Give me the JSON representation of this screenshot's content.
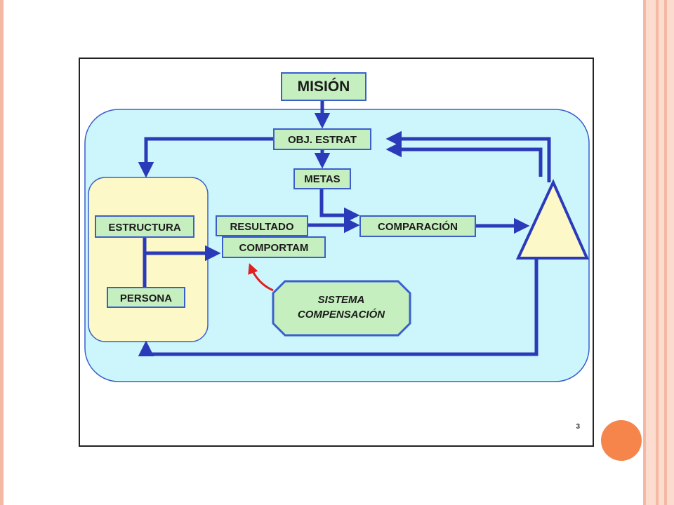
{
  "colors": {
    "page_background": "#ffffff",
    "left_border": "#f4b8a3",
    "stripe_dark": "#f4b8a3",
    "stripe_light": "#fbdccf",
    "accent_dot": "#f5854a",
    "outer_panel_fill": "#ccf6fb",
    "outer_panel_stroke": "#3a5fcd",
    "inner_panel_fill": "#fdf8c8",
    "inner_panel_stroke": "#3a5fcd",
    "node_fill": "#c6efc0",
    "node_stroke": "#3a5fcd",
    "arrow": "#2b3ab8",
    "red_arrow": "#e02020",
    "triangle_fill": "#fdf8c8",
    "octagon_fill": "#c6efc0"
  },
  "diagram": {
    "nodes": {
      "mision": "MISIÓN",
      "obj_estrat": "OBJ. ESTRAT",
      "metas": "METAS",
      "estructura": "ESTRUCTURA",
      "resultado": "RESULTADO",
      "comparacion": "COMPARACIÓN",
      "comportam": "COMPORTAM",
      "persona": "PERSONA",
      "sistema_line1": "SISTEMA",
      "sistema_line2": "COMPENSACIÓN"
    },
    "edges": [
      {
        "from": "mision",
        "to": "obj_estrat"
      },
      {
        "from": "obj_estrat",
        "to": "metas"
      },
      {
        "from": "metas",
        "to": "comparacion"
      },
      {
        "from": "resultado",
        "to": "comparacion"
      },
      {
        "from": "comparacion",
        "to": "triangle"
      },
      {
        "from": "triangle",
        "to": "obj_estrat"
      },
      {
        "from": "obj_estrat",
        "to": "estructura_group"
      },
      {
        "from": "estructura",
        "to": "comportam"
      },
      {
        "from": "persona",
        "to": "comportam"
      },
      {
        "from": "sistema_compensacion",
        "to": "comportam"
      },
      {
        "from": "triangle",
        "to": "estructura_group"
      }
    ]
  },
  "slide_number": "3"
}
